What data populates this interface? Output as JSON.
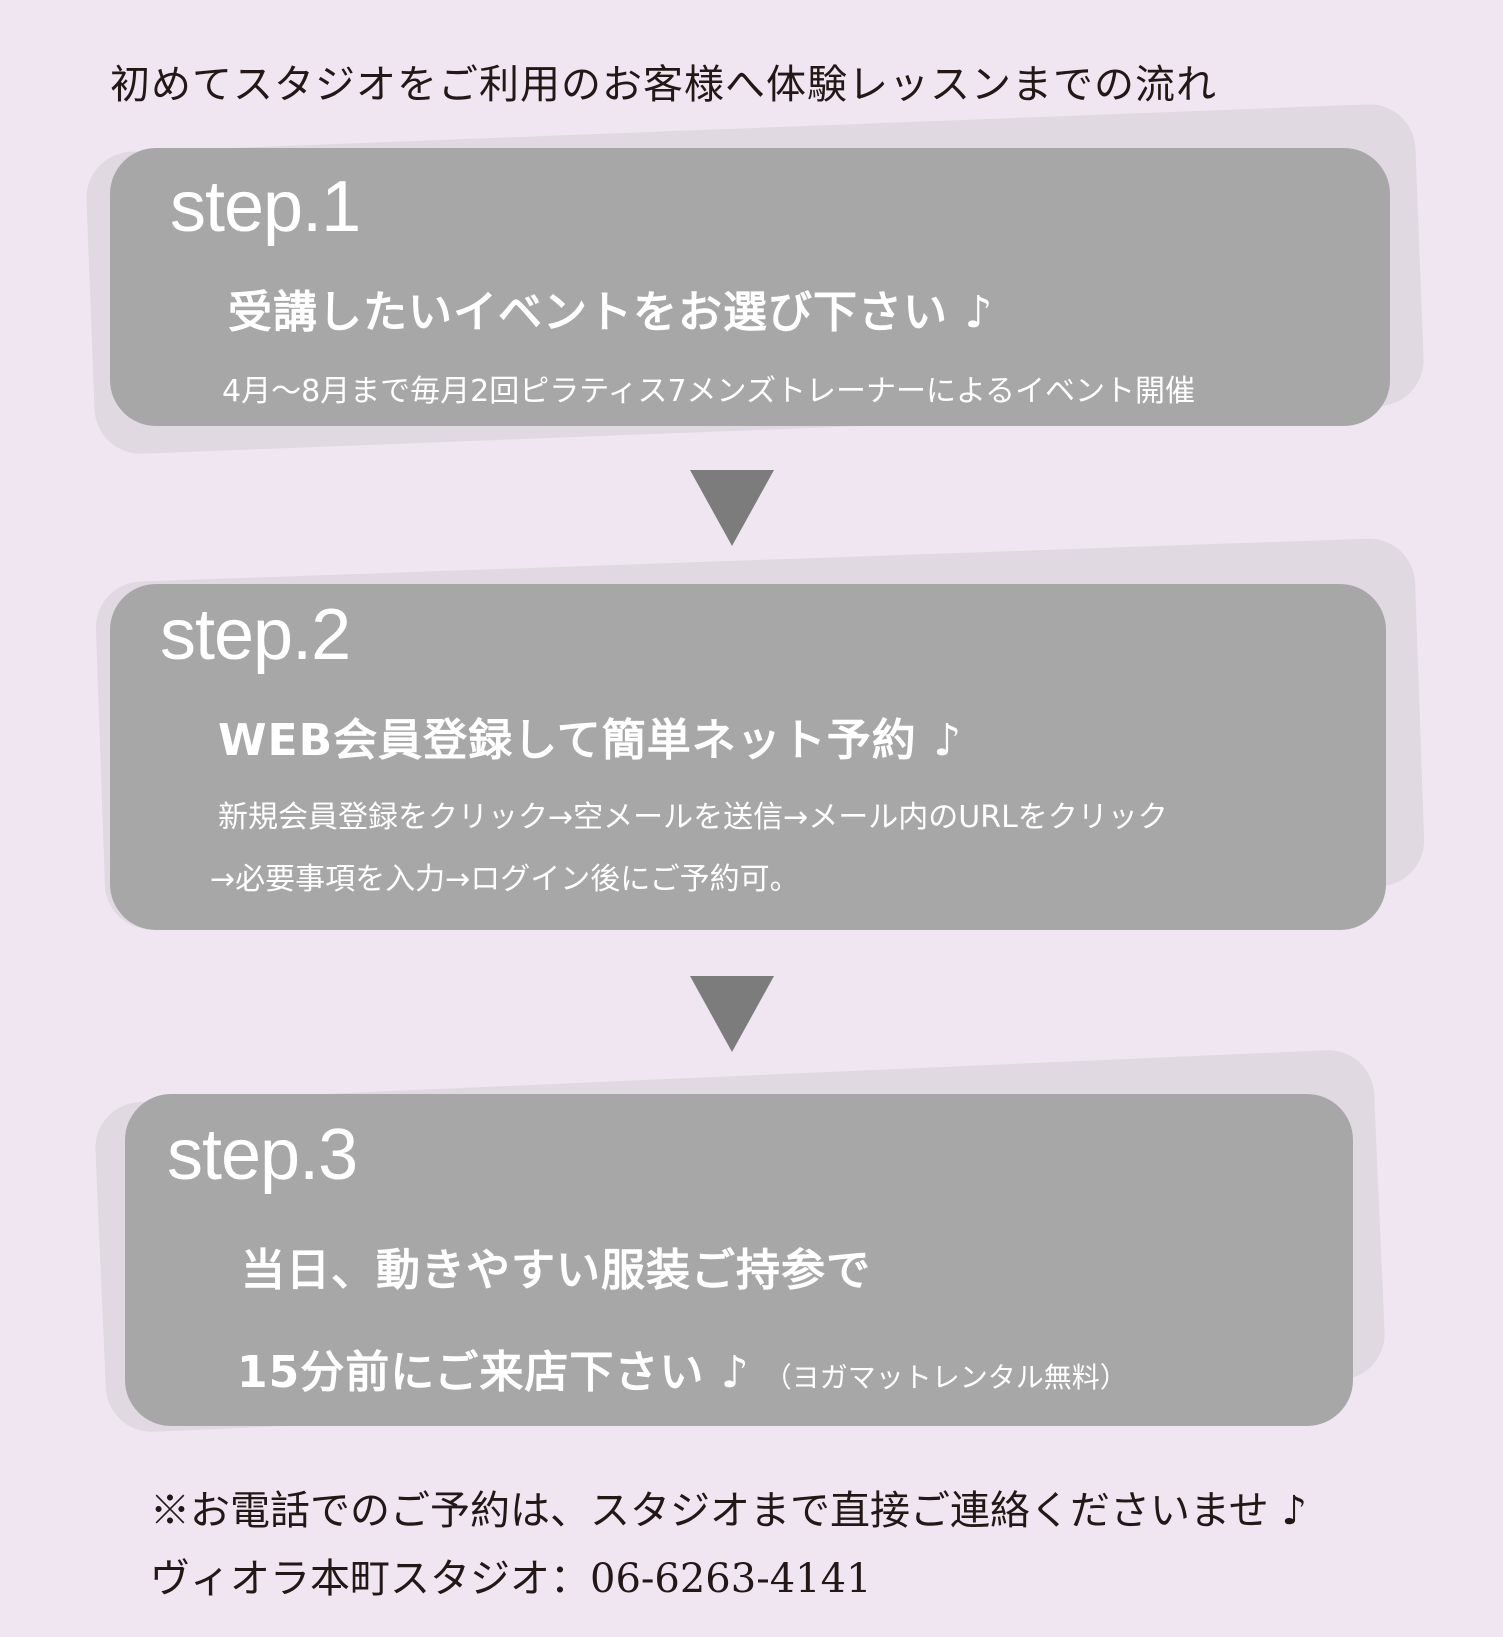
{
  "title": "初めてスタジオをご利用のお客様へ体験レッスンまでの流れ",
  "steps": [
    {
      "label": "step.1",
      "heading": "受講したいイベントをお選び下さい ♪",
      "description": "4月〜8月まで毎月2回ピラティス7メンズトレーナーによるイベント開催"
    },
    {
      "label": "step.2",
      "heading": "WEB会員登録して簡単ネット予約 ♪",
      "description_line1": "新規会員登録をクリック→空メールを送信→メール内のURLをクリック",
      "description_line2": "→必要事項を入力→ログイン後にご予約可。"
    },
    {
      "label": "step.3",
      "heading_line1": "当日、動きやすい服装ご持参で",
      "heading_line2": "15分前にご来店下さい ♪",
      "note": "（ヨガマットレンタル無料）"
    }
  ],
  "footer": {
    "phone_note": "※お電話でのご予約は、スタジオまで直接ご連絡くださいませ ♪",
    "studio_phone": "ヴィオラ本町スタジオ：06-6263-4141"
  },
  "colors": {
    "background": "#efe6f2",
    "card": "#a7a7a8",
    "card_shadow": "#e0d9e1",
    "arrow": "#7c7c7d",
    "title_text": "#231815"
  }
}
